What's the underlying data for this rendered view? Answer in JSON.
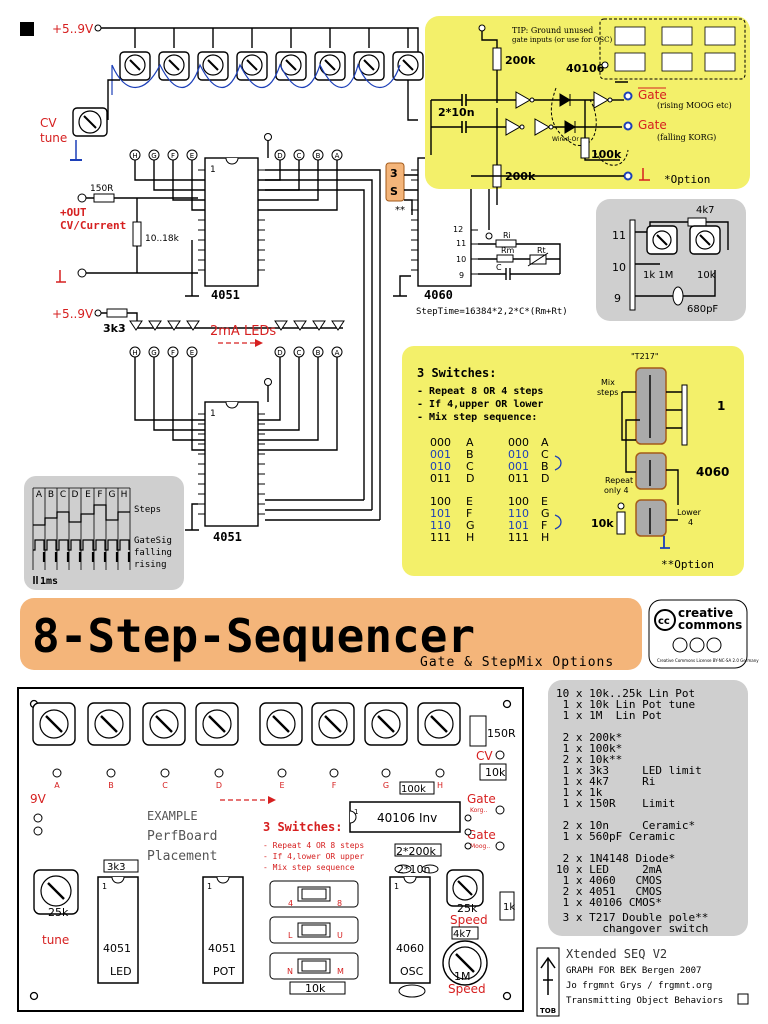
{
  "schematic": {
    "supply_top": "+5..9V",
    "supply_led": "+5..9V",
    "cv_tune": [
      "CV",
      "tune"
    ],
    "out_label": [
      "+OUT",
      "CV/Current"
    ],
    "r150": "150R",
    "r10_18k": "10..18k",
    "r3k3": "3k3",
    "led_label": "2mA LEDs",
    "chip_4051_top": "4051",
    "chip_4051_bottom": "4051",
    "chip_4060": "4060",
    "chip_40106": "40106",
    "pin_1": "1",
    "channels": [
      "H",
      "G",
      "F",
      "E",
      "D",
      "C",
      "B",
      "A"
    ],
    "pins_4060": [
      "12",
      "11",
      "10",
      "9"
    ],
    "ri": "Ri",
    "rm": "Rm",
    "rt": "Rt",
    "c": "C",
    "steptime": "StepTime=16384*2,2*C*(Rm+Rt)",
    "switch_s": [
      "3",
      "S"
    ],
    "double_star": "**"
  },
  "gate_box": {
    "tip": [
      "TIP: Ground unused",
      "gate inputs (or use for OSC)"
    ],
    "r200k_a": "200k",
    "c2x10n": "2*10n",
    "r200k_b": "200k",
    "r100k": "100k",
    "wired_or": "Wired-Or",
    "gate1": "Gate",
    "gate1_desc": "(rising MOOG etc)",
    "gate2": "Gate",
    "gate2_desc": "(falling KORG)",
    "option": "*Option"
  },
  "osc_box": {
    "r4k7": "4k7",
    "pins": [
      "11",
      "10",
      "9"
    ],
    "r1k1m": "1k 1M",
    "r10k": "10k",
    "c680": "680pF"
  },
  "switch_box": {
    "heading": "3 Switches:",
    "lines": [
      "- Repeat 8 OR 4 steps",
      "- If 4,upper OR lower",
      "- Mix step sequence:"
    ],
    "table_left": [
      [
        "000",
        "A"
      ],
      [
        "001",
        "B"
      ],
      [
        "010",
        "C"
      ],
      [
        "011",
        "D"
      ],
      [
        "100",
        "E"
      ],
      [
        "101",
        "F"
      ],
      [
        "110",
        "G"
      ],
      [
        "111",
        "H"
      ]
    ],
    "table_right": [
      [
        "000",
        "A"
      ],
      [
        "010",
        "C"
      ],
      [
        "001",
        "B"
      ],
      [
        "011",
        "D"
      ],
      [
        "100",
        "E"
      ],
      [
        "110",
        "G"
      ],
      [
        "101",
        "F"
      ],
      [
        "111",
        "H"
      ]
    ],
    "t217": "\"T217\"",
    "mix_steps": [
      "Mix",
      "steps"
    ],
    "repeat_only4": [
      "Repeat",
      "only 4"
    ],
    "lower4": [
      "Lower",
      "4"
    ],
    "r10k": "10k",
    "chip": "4060",
    "pin1": "1",
    "option": "**Option"
  },
  "timing": {
    "letters": [
      "A",
      "B",
      "C",
      "D",
      "E",
      "F",
      "G",
      "H"
    ],
    "steps": "Steps",
    "gatesig": [
      "GateSig",
      "falling",
      "rising"
    ],
    "scale": "1ms"
  },
  "banner": {
    "title": "8-Step-Sequencer",
    "subtitle": "Gate & StepMix Options",
    "cc": [
      "creative",
      "commons"
    ],
    "cc_small": "Creative Commons License BY-NC-SA 2.0 Germany"
  },
  "perfboard": {
    "channels": [
      "A",
      "B",
      "C",
      "D",
      "E",
      "F",
      "G",
      "H"
    ],
    "r150": "150R",
    "cv": "CV",
    "r10k": "10k",
    "r100k": "100k",
    "gate_korg": [
      "Gate",
      "Korg.."
    ],
    "gate_moog": [
      "Gate",
      "Moog.."
    ],
    "v9": "9V",
    "example": [
      "EXAMPLE",
      "PerfBoard",
      "Placement"
    ],
    "switches_title": "3 Switches:",
    "switches_lines": [
      "- Repeat 4 OR 8 steps",
      "- If 4,lower OR upper",
      "- Mix step sequence"
    ],
    "chip_40106": "40106 Inv",
    "c2x200k": "2*200k",
    "c2x10n": "2*10n",
    "r3k3": "3k3",
    "r25k": "25k",
    "tune": "tune",
    "chip_led": [
      "4051",
      "LED"
    ],
    "chip_pot": [
      "4051",
      "POT"
    ],
    "chip_osc": [
      "4060",
      "OSC"
    ],
    "sw_marks": [
      "4",
      "8",
      "L",
      "U",
      "N",
      "M"
    ],
    "r10k_bottom": "10k",
    "r25k_speed": [
      "25k",
      "Speed"
    ],
    "r4k7": "4k7",
    "r1m_speed": [
      "1M",
      "Speed"
    ],
    "r1k": "1k",
    "pin1": "1"
  },
  "bom": {
    "items": [
      "10 x 10k..25k Lin Pot",
      " 1 x 10k Lin Pot tune",
      " 1 x 1M  Lin Pot",
      "",
      " 2 x 200k*",
      " 1 x 100k*",
      " 2 x 10k**",
      " 1 x 3k3     LED limit",
      " 1 x 4k7     Ri",
      " 1 x 1k",
      " 1 x 150R    Limit",
      "",
      " 2 x 10n     Ceramic*",
      " 1 x 560pF Ceramic",
      "",
      " 2 x 1N4148 Diode*",
      "10 x LED     2mA",
      " 1 x 4060   CMOS",
      " 2 x 4051   CMOS",
      " 1 x 40106 CMOS*",
      "",
      " 3 x T217 Double pole**",
      "       changover switch"
    ]
  },
  "credits": {
    "lines": [
      "Xtended SEQ V2",
      "GRAPH FOR BEK Bergen 2007",
      "Jo frgmnt Grys / frgmnt.org",
      "Transmitting Object Behaviors"
    ],
    "logo": "TOB"
  },
  "colors": {
    "yellow": "#f3f06a",
    "orange": "#f4b57a",
    "gray": "#cfcfcf",
    "red": "#d62020",
    "blue": "#1c3fb8"
  }
}
